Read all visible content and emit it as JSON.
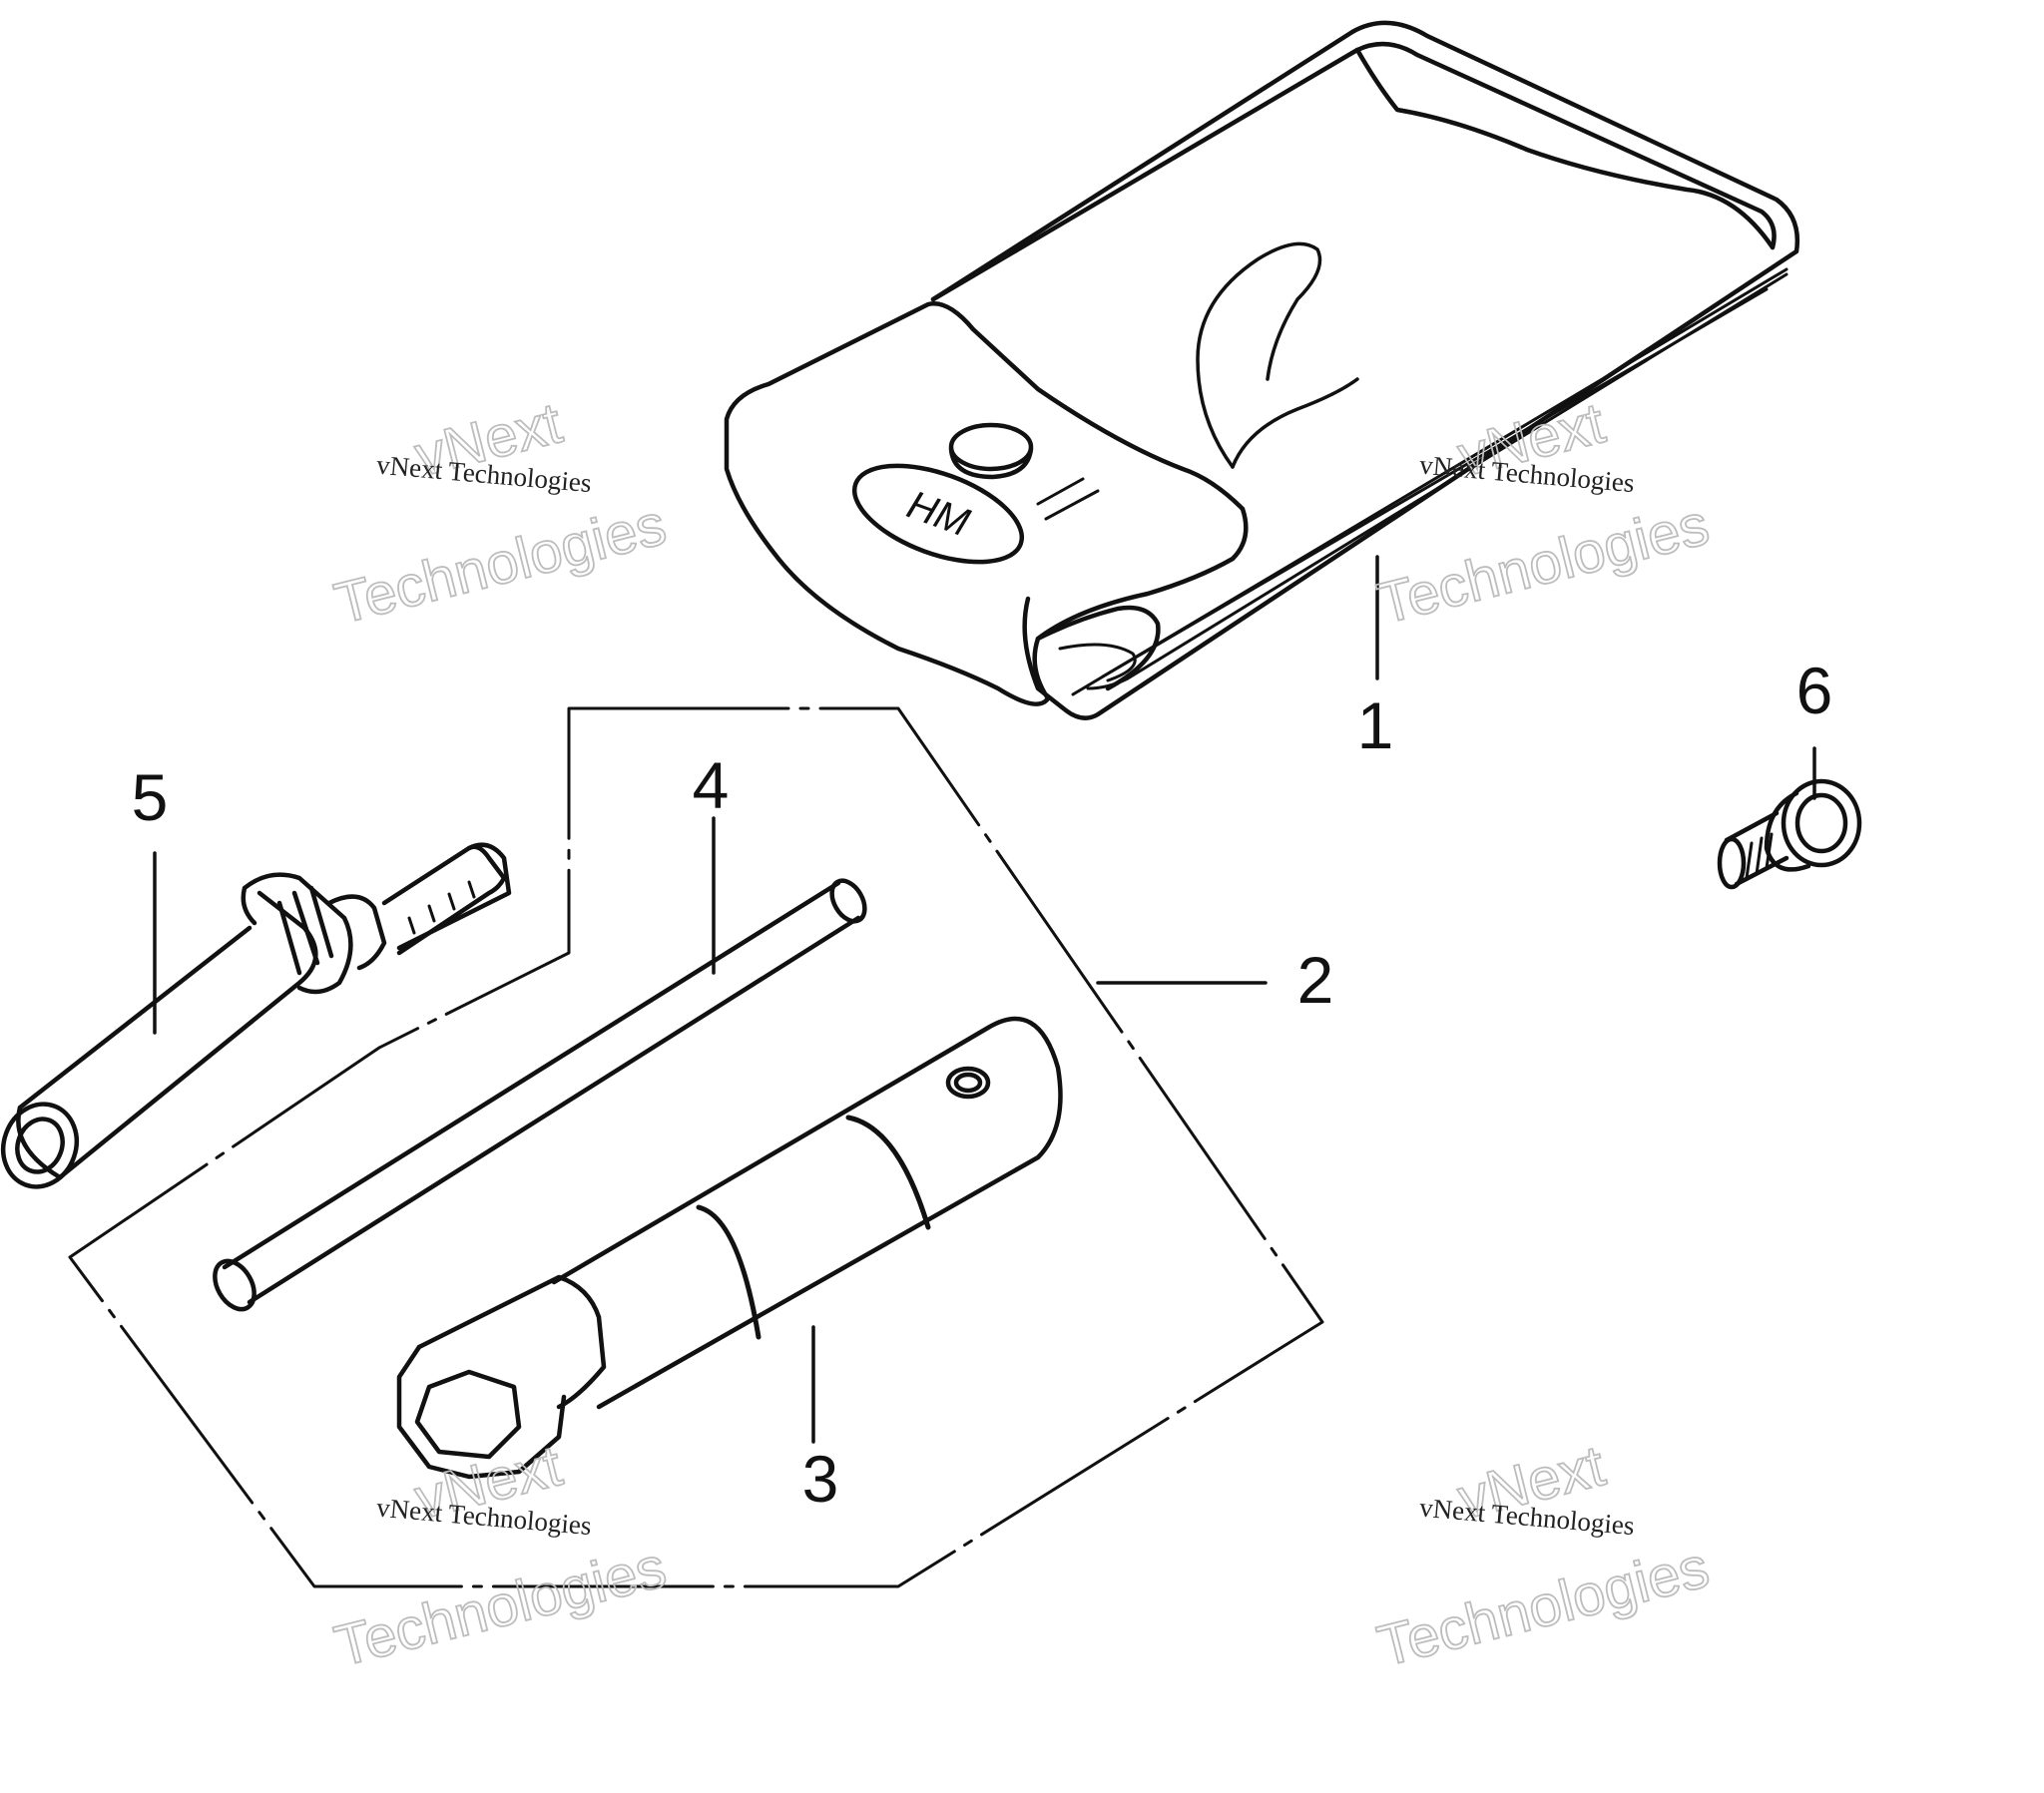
{
  "diagram": {
    "callouts": [
      "1",
      "2",
      "3",
      "4",
      "5",
      "6"
    ],
    "pouch_emblem": "HM",
    "watermark": {
      "line1": "vNext",
      "line2": "vNext Technologies",
      "line3": "Technologies"
    }
  },
  "colors": {
    "ink": "#111111",
    "watermark_outline": "#bdbdbd",
    "background": "#ffffff"
  }
}
